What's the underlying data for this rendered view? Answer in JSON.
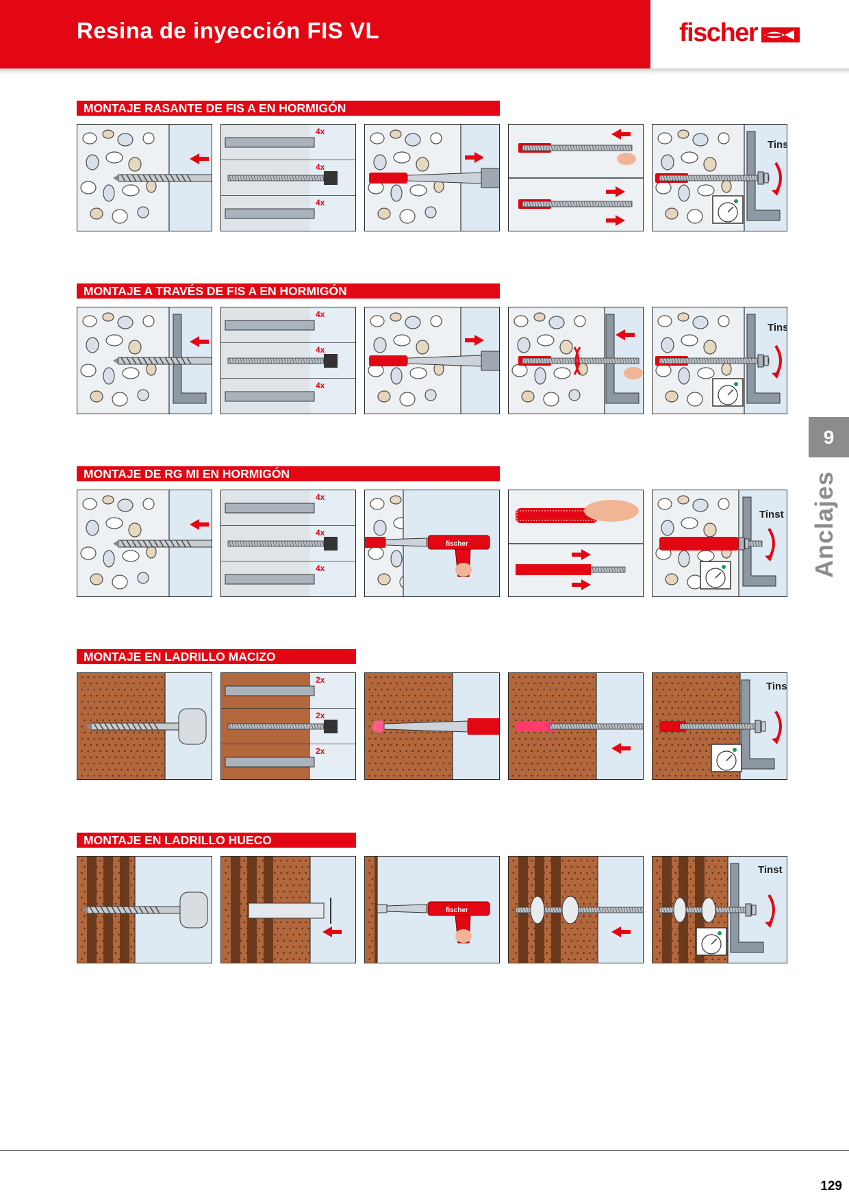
{
  "header": {
    "title": "Resina de inyección FIS VL",
    "brand": "fischer"
  },
  "sections": [
    {
      "title": "MONTAJE RASANTE DE FIS A EN HORMIGÓN",
      "material": "concrete",
      "steps": [
        {
          "scene": "drill",
          "plate": false
        },
        {
          "scene": "clean",
          "labels": [
            "4x",
            "4x",
            "4x"
          ]
        },
        {
          "scene": "inject"
        },
        {
          "scene": "rod-split"
        },
        {
          "scene": "torque",
          "plate": true,
          "label": "Tinst"
        }
      ]
    },
    {
      "title": "MONTAJE A TRAVÉS DE FIS A EN HORMIGÓN",
      "material": "concrete",
      "steps": [
        {
          "scene": "drill",
          "plate": true
        },
        {
          "scene": "clean",
          "labels": [
            "4x",
            "4x",
            "4x"
          ]
        },
        {
          "scene": "inject"
        },
        {
          "scene": "rod-twist"
        },
        {
          "scene": "torque",
          "plate": true,
          "label": "Tinst"
        }
      ]
    },
    {
      "title": "MONTAJE DE RG MI EN HORMIGÓN",
      "material": "concrete",
      "steps": [
        {
          "scene": "drill",
          "plate": false
        },
        {
          "scene": "clean",
          "labels": [
            "4x",
            "4x",
            "4x"
          ]
        },
        {
          "scene": "gun",
          "gun_label": "fischer"
        },
        {
          "scene": "anchor-split"
        },
        {
          "scene": "anchor-torque",
          "plate": true,
          "label": "Tinst"
        }
      ]
    },
    {
      "title": "MONTAJE EN LADRILLO MACIZO",
      "material": "brick",
      "steps": [
        {
          "scene": "drill-brick"
        },
        {
          "scene": "clean-brick",
          "labels": [
            "2x",
            "2x",
            "2x"
          ]
        },
        {
          "scene": "inject-brick"
        },
        {
          "scene": "rod-brick"
        },
        {
          "scene": "torque-brick",
          "plate": true,
          "label": "Tinst"
        }
      ]
    },
    {
      "title": "MONTAJE EN LADRILLO HUECO",
      "material": "hollow",
      "steps": [
        {
          "scene": "drill-hollow"
        },
        {
          "scene": "sleeve-hollow"
        },
        {
          "scene": "gun-hollow",
          "gun_label": "fischer"
        },
        {
          "scene": "rod-hollow"
        },
        {
          "scene": "torque-hollow",
          "plate": true,
          "label": "Tinst"
        }
      ]
    }
  ],
  "sidebar": {
    "chapter": "9",
    "label": "Anclajes"
  },
  "footer": {
    "page": "129"
  },
  "colors": {
    "brand": "#e30613",
    "tab": "#8c8c8c",
    "brick": "#b2673d",
    "steel": "#9fa8b1"
  }
}
